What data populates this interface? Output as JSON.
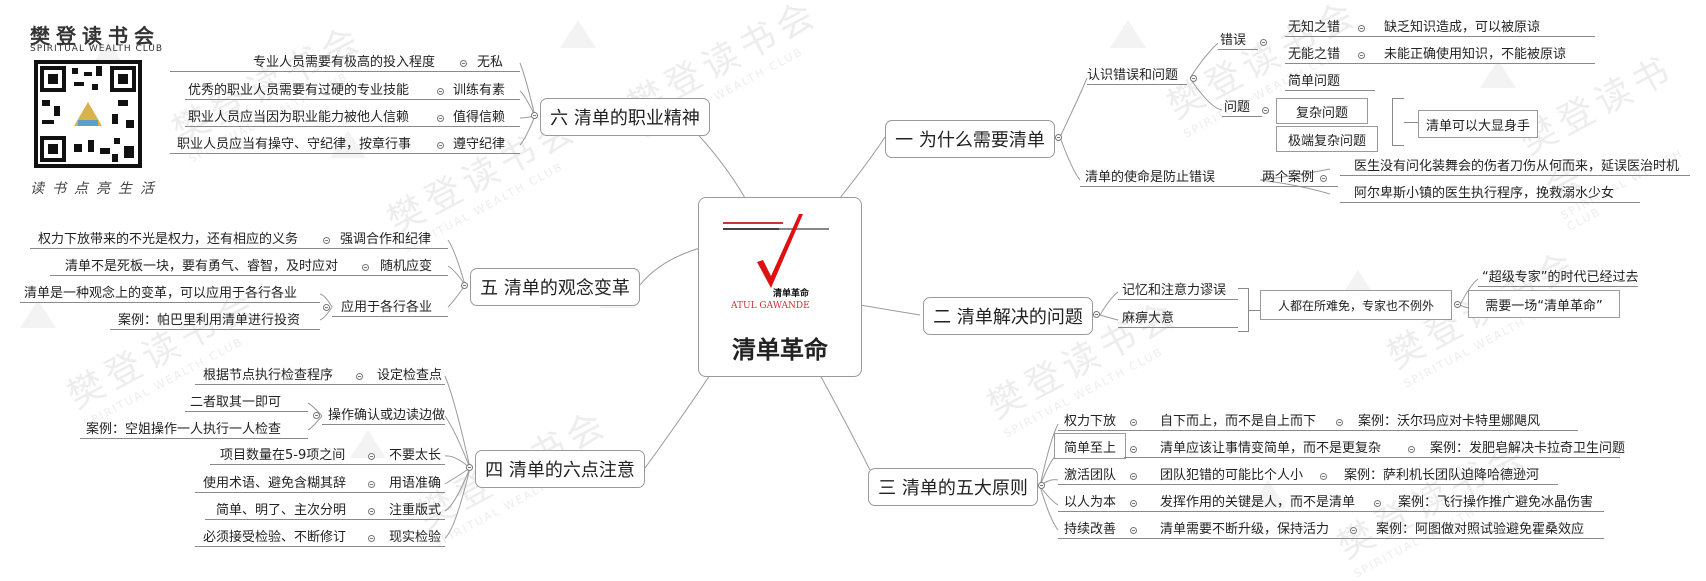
{
  "logo": {
    "title": "樊登读书会",
    "subtitle": "SPIRITUAL WEALTH CLUB",
    "slogan": "读书点亮生活"
  },
  "watermark": {
    "text": "樊登读书会",
    "sub": "SPIRITUAL WEALTH CLUB"
  },
  "center": {
    "title": "清单革命",
    "book_title": "清单革命",
    "book_author": "ATUL GAWANDE"
  },
  "branches": {
    "b1": {
      "label": "一 为什么需要清单",
      "sub1": "认识错误和问题",
      "errors_label": "错误",
      "err1": "无知之错",
      "err1_desc": "缺乏知识造成，可以被原谅",
      "err2": "无能之错",
      "err2_desc": "未能正确使用知识，不能被原谅",
      "problems_label": "问题",
      "p1": "简单问题",
      "p2": "复杂问题",
      "p3": "极端复杂问题",
      "p_note": "清单可以大显身手",
      "sub2": "清单的使命是防止错误",
      "cases_label": "两个案例",
      "case1": "医生没有问化装舞会的伤者刀伤从何而来，延误医治时机",
      "case2": "阿尔卑斯小镇的医生执行程序，挽救溺水少女"
    },
    "b2": {
      "label": "二 清单解决的问题",
      "i1": "记忆和注意力谬误",
      "i2": "麻痹大意",
      "note": "人都在所难免，专家也不例外",
      "r1": "“超级专家”的时代已经过去",
      "r2": "需要一场“清单革命”"
    },
    "b3": {
      "label": "三 清单的五大原则",
      "rows": [
        {
          "k": "权力下放",
          "d": "自下而上，而不是自上而下",
          "c": "案例：沃尔玛应对卡特里娜飓风"
        },
        {
          "k": "简单至上",
          "d": "清单应该让事情变简单，而不是更复杂",
          "c": "案例：发肥皂解决卡拉奇卫生问题"
        },
        {
          "k": "激活团队",
          "d": "团队犯错的可能比个人小",
          "c": "案例：萨利机长团队迫降哈德逊河"
        },
        {
          "k": "以人为本",
          "d": "发挥作用的关键是人，而不是清单",
          "c": "案例：飞行操作推广避免冰晶伤害"
        },
        {
          "k": "持续改善",
          "d": "清单需要不断升级，保持活力",
          "c": "案例：阿图做对照试验避免霍桑效应"
        }
      ]
    },
    "b4": {
      "label": "四 清单的六点注意",
      "k1": "设定检查点",
      "k1d": "根据节点执行检查程序",
      "k2": "操作确认或边读边做",
      "k2d1": "二者取其一即可",
      "k2d2": "案例：空姐操作一人执行一人检查",
      "k3": "不要太长",
      "k3d": "项目数量在5-9项之间",
      "k4": "用语准确",
      "k4d": "使用术语、避免含糊其辞",
      "k5": "注重版式",
      "k5d": "简单、明了、主次分明",
      "k6": "现实检验",
      "k6d": "必须接受检验、不断修订"
    },
    "b5": {
      "label": "五 清单的观念变革",
      "k1": "强调合作和纪律",
      "k1d": "权力下放带来的不光是权力，还有相应的义务",
      "k2": "随机应变",
      "k2d": "清单不是死板一块，要有勇气、睿智，及时应对",
      "k3": "应用于各行各业",
      "k3d1": "清单是一种观念上的变革，可以应用于各行各业",
      "k3d2": "案例：帕巴里利用清单进行投资"
    },
    "b6": {
      "label": "六 清单的职业精神",
      "k1": "无私",
      "k1d": "专业人员需要有极高的投入程度",
      "k2": "训练有素",
      "k2d": "优秀的职业人员需要有过硬的专业技能",
      "k3": "值得信赖",
      "k3d": "职业人员应当因为职业能力被他人信赖",
      "k4": "遵守纪律",
      "k4d": "职业人员应当有操守、守纪律，按章行事"
    }
  }
}
